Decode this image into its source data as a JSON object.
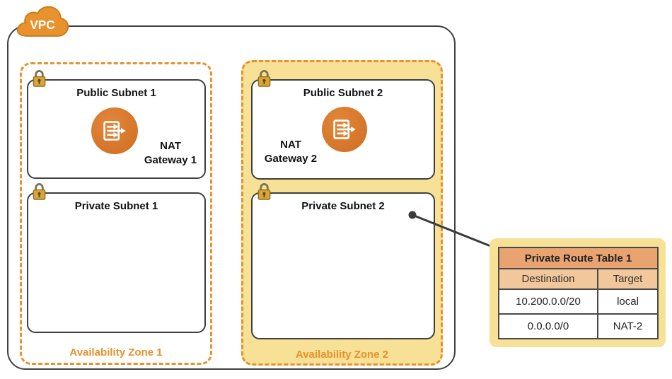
{
  "vpc": {
    "label": "VPC"
  },
  "zones": [
    {
      "label": "Availability Zone 1",
      "public_subnet": {
        "label": "Public Subnet 1",
        "nat": "NAT Gateway 1"
      },
      "private_subnet": {
        "label": "Private Subnet 1"
      }
    },
    {
      "label": "Availability Zone 2",
      "public_subnet": {
        "label": "Public Subnet 2",
        "nat": "NAT Gateway 2"
      },
      "private_subnet": {
        "label": "Private Subnet 2"
      }
    }
  ],
  "route_table": {
    "title": "Private Route Table 1",
    "columns": [
      "Destination",
      "Target"
    ],
    "rows": [
      [
        "10.200.0.0/20",
        "local"
      ],
      [
        "0.0.0.0/0",
        "NAT-2"
      ]
    ]
  },
  "icons": {
    "vpc": "cloud-icon",
    "subnet_security": "lock-icon",
    "nat_gateway": "nat-gateway-icon"
  },
  "colors": {
    "aws_orange": "#E8912D",
    "highlight_yellow": "#F6E196",
    "nat_icon_orange": "#D9772C",
    "table_title_bg": "#E8A371",
    "table_header_bg": "#F2C79B",
    "border_dark": "#3F3F3F",
    "lock_gold": "#D9A43B"
  }
}
